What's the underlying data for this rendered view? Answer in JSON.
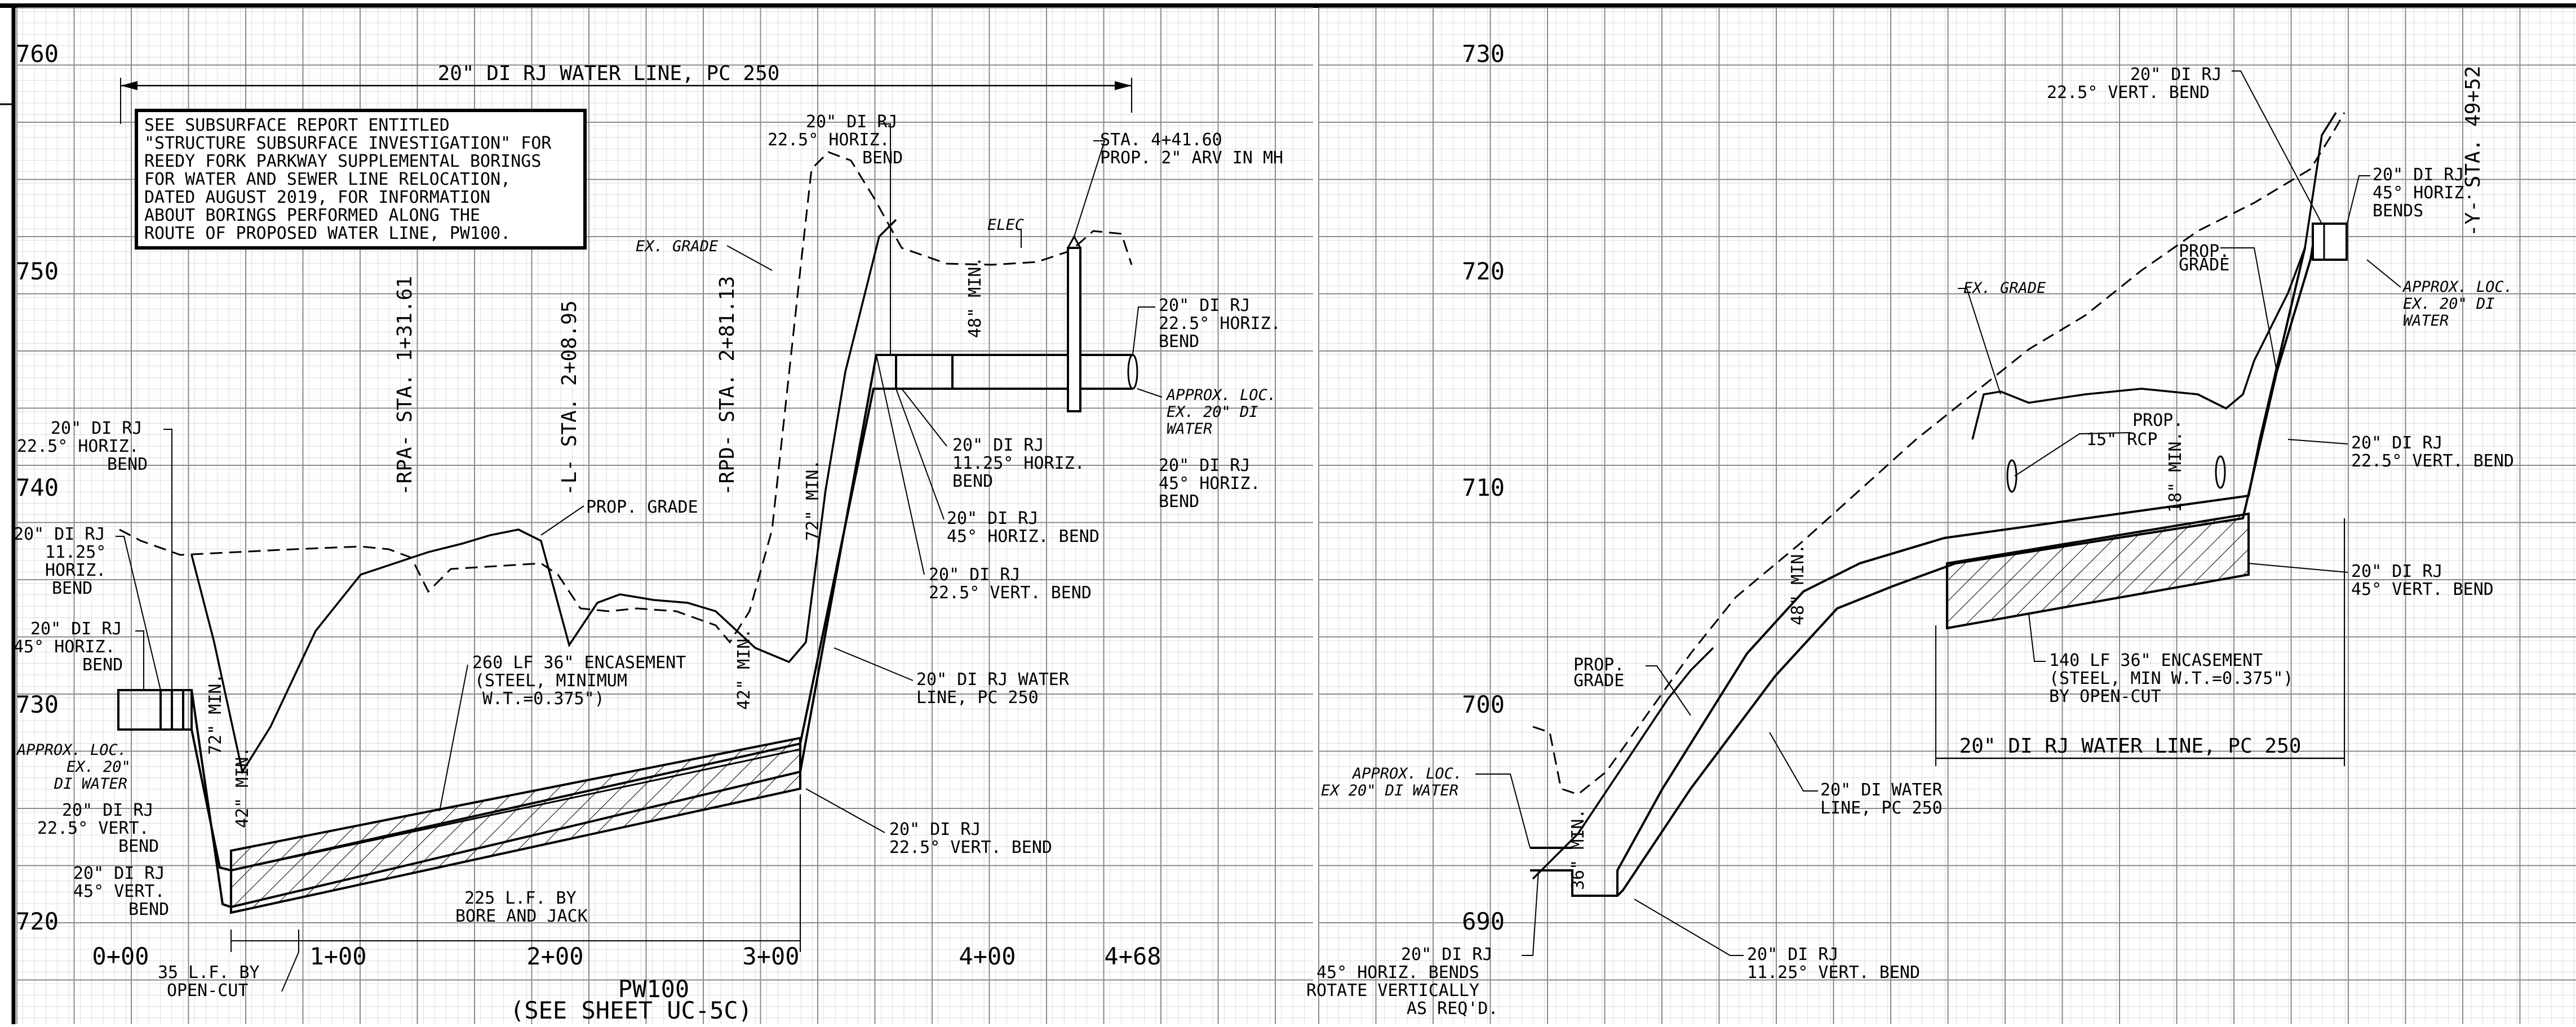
{
  "left_profile": {
    "elevation_labels": [
      "760",
      "750",
      "740",
      "730",
      "720"
    ],
    "station_labels": [
      "0+00",
      "1+00",
      "2+00",
      "3+00",
      "4+00",
      "4+68"
    ],
    "top_dimension": "20\" DI RJ WATER LINE, PC 250",
    "note_box": [
      "SEE SUBSURFACE REPORT ENTITLED",
      "\"STRUCTURE SUBSURFACE INVESTIGATION\" FOR",
      "REEDY FORK PARKWAY SUPPLEMENTAL BORINGS",
      "FOR WATER AND SEWER LINE RELOCATION,",
      "DATED AUGUST 2019, FOR INFORMATION",
      "ABOUT BORINGS PERFORMED ALONG THE",
      "ROUTE OF PROPOSED WATER LINE, PW100."
    ],
    "crossings": [
      "-RPA- STA. 1+31.61",
      "-L- STA. 2+08.95",
      "-RPD- STA. 2+81.13"
    ],
    "ex_grade": "EX. GRADE",
    "prop_grade": "PROP. GRADE",
    "elec": "ELEC",
    "callouts": {
      "bend_horiz_22": [
        "20\" DI RJ",
        "22.5° HORIZ.",
        "BEND"
      ],
      "bend_horiz_11": [
        "20\" DI RJ",
        "11.25°",
        "HORIZ.",
        "BEND"
      ],
      "bend_horiz_45": [
        "20\" DI RJ",
        "45° HORIZ.",
        "BEND"
      ],
      "approx_loc": [
        "APPROX. LOC.",
        "EX. 20\"",
        "DI WATER"
      ],
      "bend_vert_22": [
        "20\" DI RJ",
        "22.5° VERT.",
        "BEND"
      ],
      "bend_vert_45": [
        "20\" DI RJ",
        "45° VERT.",
        "BEND"
      ],
      "top_bend": [
        "20\" DI RJ",
        "22.5° HORIZ.",
        "BEND"
      ],
      "arv": [
        "STA. 4+41.60",
        "PROP. 2\" ARV IN MH"
      ],
      "right_bend_22": [
        "20\" DI RJ",
        "22.5° HORIZ.",
        "BEND"
      ],
      "right_approx": [
        "APPROX. LOC.",
        "EX. 20\" DI",
        "WATER"
      ],
      "bend_11_horiz": [
        "20\" DI RJ",
        "11.25° HORIZ.",
        "BEND"
      ],
      "bend_45_horiz": [
        "20\" DI RJ",
        "45° HORIZ. BEND"
      ],
      "bend_vert": [
        "20\" DI RJ",
        "22.5° VERT. BEND"
      ],
      "right_45": [
        "20\" DI RJ",
        "45° HORIZ.",
        "BEND"
      ],
      "water_line": [
        "20\" DI RJ WATER",
        "LINE, PC 250"
      ],
      "low_vert": [
        "20\" DI RJ",
        "22.5° VERT. BEND"
      ],
      "encasement": [
        "260 LF 36\" ENCASEMENT",
        "(STEEL, MINIMUM",
        "W.T.=0.375\")"
      ],
      "bore": [
        "225 L.F. BY",
        "BORE AND JACK"
      ],
      "open_cut": [
        "35 L.F. BY",
        "OPEN-CUT"
      ]
    },
    "mins": [
      "72\" MIN.",
      "42\" MIN.",
      "42\" MIN.",
      "72\" MIN.",
      "48\" MIN."
    ],
    "sheet_title": "PW100",
    "sheet_ref": "(SEE SHEET UC-5C)"
  },
  "right_profile": {
    "elevation_labels": [
      "730",
      "720",
      "710",
      "700",
      "690"
    ],
    "crossing": "-Y- STA. 49+52",
    "ex_grade": "EX. GRADE",
    "prop_grade": [
      "PROP.",
      "GRADE"
    ],
    "rcp": [
      "PROP.",
      "15\" RCP"
    ],
    "callouts": {
      "top_vert": [
        "20\" DI RJ",
        "22.5° VERT. BEND"
      ],
      "horiz_45": [
        "20\" DI RJ",
        "45° HORIZ.",
        "BENDS"
      ],
      "approx": [
        "APPROX. LOC.",
        "EX. 20\" DI",
        "WATER"
      ],
      "vert_22": [
        "20\" DI RJ",
        "22.5° VERT. BEND"
      ],
      "vert_45": [
        "20\" DI RJ",
        "45° VERT. BEND"
      ],
      "encasement": [
        "140 LF 36\" ENCASEMENT",
        "(STEEL, MIN W.T.=0.375\")",
        "BY OPEN-CUT"
      ],
      "water_line": "20\" DI RJ WATER LINE, PC 250",
      "di_water": [
        "20\" DI WATER",
        "LINE, PC 250"
      ],
      "approx_low": [
        "APPROX. LOC.",
        "EX 20\" DI WATER"
      ],
      "low_bends": [
        "20\" DI RJ",
        "45° HORIZ. BENDS",
        "ROTATE VERTICALLY",
        "AS REQ'D."
      ],
      "low_vert": [
        "20\" DI RJ",
        "11.25° VERT. BEND"
      ]
    },
    "mins": [
      "48\" MIN.",
      "18\" MIN.",
      "36\" MIN."
    ]
  }
}
